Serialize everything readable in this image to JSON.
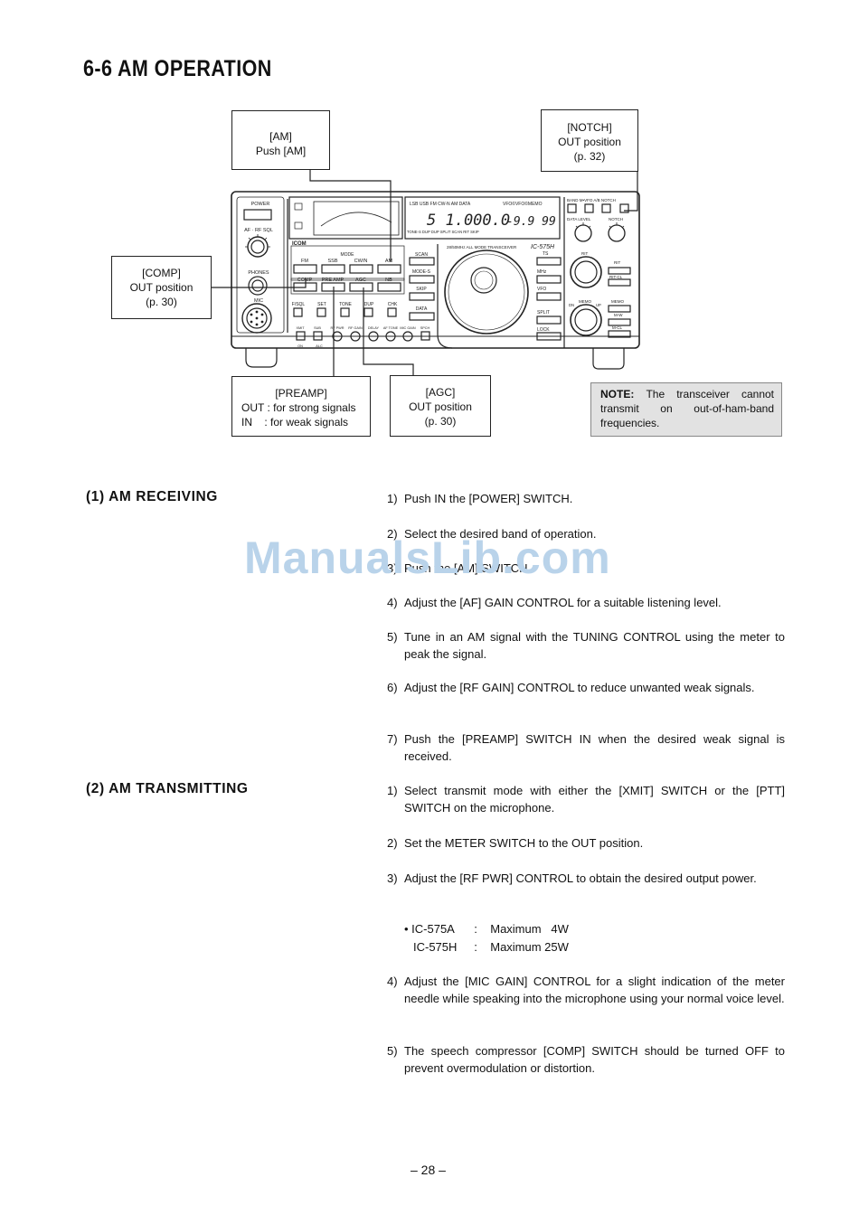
{
  "page": {
    "title": "6-6 AM OPERATION",
    "number": "– 28 –",
    "watermark": "ManualsLib.com"
  },
  "diagram": {
    "callouts": {
      "am": [
        "[AM]",
        "Push [AM]"
      ],
      "notch": [
        "[NOTCH]",
        "OUT position",
        "(p. 32)"
      ],
      "comp": [
        "[COMP]",
        "OUT position",
        "(p. 30)"
      ],
      "preamp": [
        "[PREAMP]",
        "OUT : for strong signals",
        "IN    : for weak signals"
      ],
      "agc": [
        "[AGC]",
        "OUT position",
        "(p. 30)"
      ]
    },
    "note": {
      "label": "NOTE:",
      "text": "The transceiver cannot transmit on out-of-ham-band frequencies."
    },
    "radio": {
      "model": "IC-575H",
      "brand": "ICOM",
      "subtitle": "28/50MHz ALL MODE TRANSCEIVER",
      "frequency": "5 1.000.0",
      "offset": "-9.9 99",
      "mode_line": "LSB USB FM CW-N AM DATA",
      "vfo_line": "VFO©VFO©MEMO",
      "status_line": "TONE-S   DUP   DUP   SPLIT   SCAN   RIT   SKIP",
      "left_labels": [
        "POWER",
        "AF · RF SQL",
        "PHONES",
        "MIC"
      ],
      "mode_group_label": "MODE",
      "mode_buttons": [
        "FM",
        "SSB",
        "CW/N",
        "AM"
      ],
      "func_buttons": [
        "COMP",
        "PRE AMP",
        "AGC",
        "NB"
      ],
      "small_buttons": [
        "F/SQL",
        "SET",
        "TONE",
        "DUP",
        "CHK"
      ],
      "bottom_labels": [
        "XMIT",
        "SUB",
        "RF PWR",
        "RF GAIN",
        "DELAY",
        "AF TONE",
        "MIC GAIN",
        "SPCH"
      ],
      "bottom_sublabels": [
        "ON",
        "ALC"
      ],
      "middle_buttons": [
        "SCAN",
        "MODE-S",
        "SKIP",
        "DATA"
      ],
      "right_col_buttons": [
        "TS",
        "MHz",
        "VFO",
        "SPLIT",
        "LOCK"
      ],
      "top_right_label": "BAND M•VFO A/B  NOTCH",
      "top_right_sublabels": [
        "DATA LEVEL",
        "NOTCH"
      ],
      "rit_labels": [
        "RIT",
        "RIT",
        "RIT-CL"
      ],
      "memo_labels": [
        "MEMO",
        "DN",
        "UP",
        "MEMO",
        "M-W",
        "M-CL"
      ]
    }
  },
  "sections": [
    {
      "heading": "(1) AM RECEIVING",
      "steps": [
        {
          "num": "1)",
          "text": "Push IN the [POWER] SWITCH."
        },
        {
          "num": "2)",
          "text": "Select the desired band of operation."
        },
        {
          "num": "3)",
          "text": "Push the [AM] SWITCH."
        },
        {
          "num": "4)",
          "text": "Adjust the [AF] GAIN CONTROL for a suitable listening level."
        },
        {
          "num": "5)",
          "text": "Tune in an AM signal with the TUNING CONTROL using the meter to peak the signal."
        },
        {
          "num": "6)",
          "text": "Adjust the [RF GAIN] CONTROL to reduce unwanted weak signals."
        },
        {
          "num": "7)",
          "text": "Push the [PREAMP] SWITCH IN when the desired weak signal is received."
        }
      ]
    },
    {
      "heading": "(2) AM TRANSMITTING",
      "steps": [
        {
          "num": "1)",
          "text": "Select transmit mode with either the [XMIT] SWITCH or the [PTT] SWITCH on the microphone."
        },
        {
          "num": "2)",
          "text": "Set the METER SWITCH to the OUT position."
        },
        {
          "num": "3)",
          "text": "Adjust the [RF PWR] CONTROL to obtain the desired output power."
        },
        {
          "num": "4)",
          "text": "Adjust the [MIC GAIN] CONTROL for a slight indication of the meter needle while speaking into the microphone using your normal voice level."
        },
        {
          "num": "5)",
          "text": "The speech compressor [COMP] SWITCH should be turned OFF to prevent overmodulation or distortion."
        }
      ],
      "specs": [
        {
          "model": "• IC-575A",
          "sep": ":",
          "value": "Maximum   4W"
        },
        {
          "model": "IC-575H",
          "sep": ":",
          "value": "Maximum 25W"
        }
      ]
    }
  ]
}
